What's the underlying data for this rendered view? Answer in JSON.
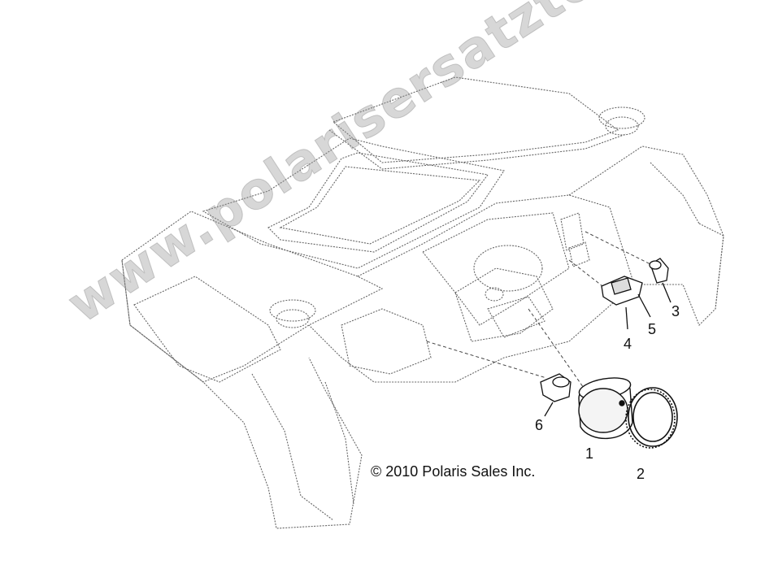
{
  "diagram": {
    "copyright": "© 2010 Polaris Sales Inc.",
    "watermark": "www.polarisersatzteile.de",
    "callouts": [
      {
        "id": "1",
        "label": "1"
      },
      {
        "id": "2",
        "label": "2"
      },
      {
        "id": "3",
        "label": "3"
      },
      {
        "id": "4",
        "label": "4"
      },
      {
        "id": "5",
        "label": "5"
      },
      {
        "id": "6",
        "label": "6"
      }
    ],
    "line_color": "#555555"
  }
}
